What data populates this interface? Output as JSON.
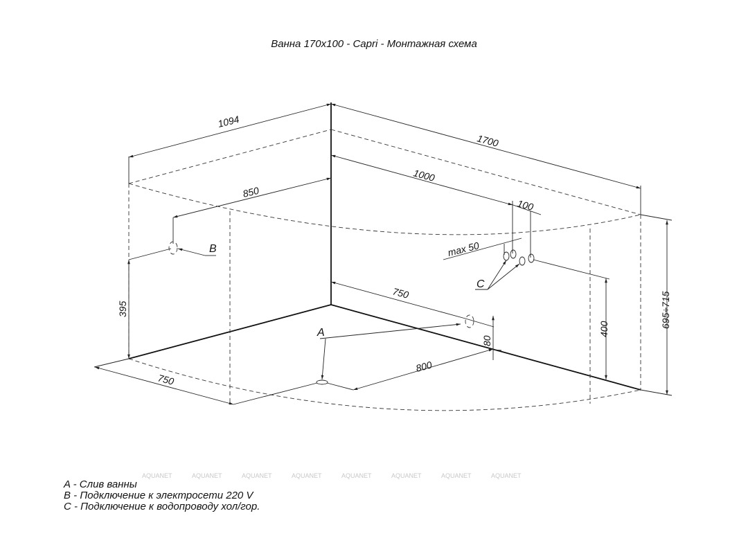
{
  "title": "Ванна 170x100 - Capri - Монтажная схема",
  "dimensions": {
    "d1094": "1094",
    "d1700": "1700",
    "d1000": "1000",
    "d100": "100",
    "d850": "850",
    "dmax50": "max  50",
    "d750_back": "750",
    "d750_front": "750",
    "d800": "800",
    "d80": "80",
    "d395": "395",
    "d400": "400",
    "d695_715": "695÷715"
  },
  "markers": {
    "a": "A",
    "b": "B",
    "c": "C"
  },
  "legend": [
    "A - Слив ванны",
    "B - Подключение к электросети 220 V",
    "C - Подключение к водопроводу хол/гор."
  ],
  "watermark": "AQUANET"
}
